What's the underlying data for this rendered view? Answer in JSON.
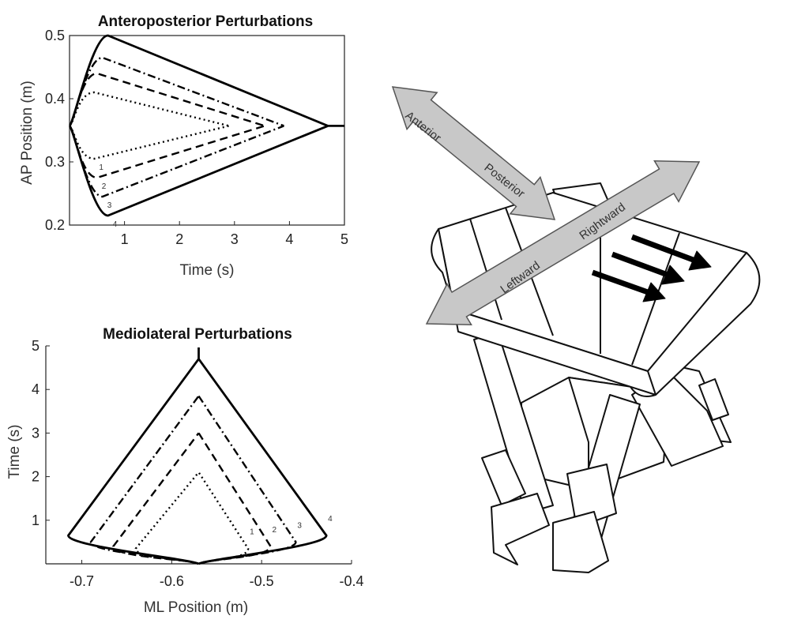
{
  "chart_data": [
    {
      "type": "line",
      "title": "Anteroposterior Perturbations",
      "xlabel": "Time (s)",
      "ylabel": "AP Position (m)",
      "xlim": [
        0,
        5
      ],
      "ylim": [
        0.2,
        0.5
      ],
      "xticks": [
        "1",
        "2",
        "3",
        "4",
        "5"
      ],
      "yticks": [
        "0.2",
        "0.3",
        "0.4",
        "0.5"
      ],
      "start": {
        "x": 0.0,
        "y": 0.357
      },
      "series": [
        {
          "name": "1",
          "style": "dotted",
          "peak_time": 0.45,
          "end_time": 2.9,
          "upper": 0.41,
          "lower": 0.305
        },
        {
          "name": "2",
          "style": "dashed",
          "peak_time": 0.5,
          "end_time": 3.55,
          "upper": 0.44,
          "lower": 0.275
        },
        {
          "name": "3",
          "style": "dashdot",
          "peak_time": 0.6,
          "end_time": 3.9,
          "upper": 0.465,
          "lower": 0.245
        },
        {
          "name": "4",
          "style": "solid",
          "peak_time": 0.7,
          "end_time": 4.7,
          "upper": 0.5,
          "lower": 0.215
        }
      ]
    },
    {
      "type": "line",
      "title": "Mediolateral Perturbations",
      "xlabel": "ML Position (m)",
      "ylabel": "Time (s)",
      "xlim": [
        -0.74,
        -0.4
      ],
      "ylim": [
        0,
        5
      ],
      "xticks": [
        "-0.7",
        "-0.6",
        "-0.5",
        "-0.4"
      ],
      "yticks": [
        "1",
        "2",
        "3",
        "4",
        "5"
      ],
      "start": {
        "x": -0.57,
        "y": 0.0
      },
      "series": [
        {
          "name": "1",
          "style": "dotted",
          "peak_time": 0.35,
          "end_time": 2.1,
          "left": -0.64,
          "right": -0.515
        },
        {
          "name": "2",
          "style": "dashed",
          "peak_time": 0.4,
          "end_time": 3.0,
          "left": -0.665,
          "right": -0.49
        },
        {
          "name": "3",
          "style": "dashdot",
          "peak_time": 0.5,
          "end_time": 3.85,
          "left": -0.69,
          "right": -0.462
        },
        {
          "name": "4",
          "style": "solid",
          "peak_time": 0.65,
          "end_time": 4.7,
          "left": -0.715,
          "right": -0.428
        }
      ]
    }
  ],
  "illustration": {
    "labels": {
      "anterior": "Anterior",
      "posterior": "Posterior",
      "leftward": "Leftward",
      "rightward": "Rightward"
    },
    "arrow_fill": "#c8c8c8",
    "arrow_stroke": "#555555"
  }
}
